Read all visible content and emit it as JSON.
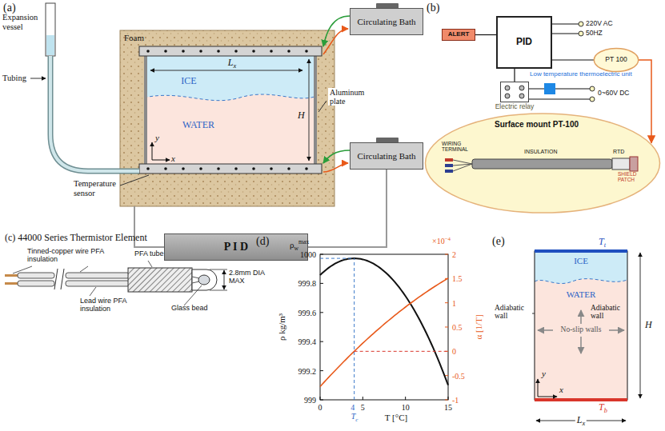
{
  "diagram": {
    "nodes": [
      {
        "text": [
          "Circulating Bath"
        ]
      },
      {
        "text": [
          "Circulating Bath"
        ]
      },
      {
        "text": [
          "P I D"
        ]
      },
      {
        "text": [
          "ALERT"
        ]
      },
      {
        "text": [
          "PID"
        ]
      },
      {
        "text": [
          "Electric relay"
        ]
      },
      {
        "text": [
          "PT 100"
        ]
      },
      {
        "text": [
          "Surface mount PT-100",
          "WIRING TERMINAL",
          "INSULATION",
          "RTD",
          "SHIELD PATCH"
        ]
      }
    ],
    "edges": [
      {
        "from": 3,
        "to": 4,
        "arrow": "none"
      },
      {
        "from": 4,
        "to": 5,
        "arrow": "none"
      },
      {
        "from": 4,
        "to": 6,
        "arrow": "none"
      },
      {
        "from": 6,
        "to": 7,
        "arrow": "to"
      },
      {
        "from": 2,
        "to": 1,
        "arrow": "none"
      }
    ],
    "labels": [
      "(a)",
      "Expansion vessel",
      "Tubing",
      "Foam",
      "ICE",
      "WATER",
      "Lx",
      "H",
      "Aluminum plate",
      "Temperature sensor",
      "x",
      "y",
      "(b)",
      "220V AC",
      "50HZ",
      "Low temperature thermoelectric unit",
      "0~60V DC",
      "(c) 44000 Series Thermistor Element",
      "Tinned-copper wire PFA insulation",
      "PFA tube",
      "Lead wire PFA insulation",
      "2.8mm DIA MAX",
      "Glass bead",
      "(d)",
      "ρ kg/m³",
      "1000",
      "999.8",
      "999.6",
      "999.4",
      "999.2",
      "999",
      "ρwmax",
      "0",
      "5",
      "10",
      "15",
      "4",
      "Tc",
      "T [°C]",
      "2",
      "1.5",
      "1",
      "0.5",
      "0",
      "-0.5",
      "-1",
      "×10−4",
      "α [1/T]",
      "(e)",
      "ICE",
      "WATER",
      "Adiabatic wall",
      "Adiabatic wall",
      "No-slip walls",
      "Tt",
      "Tb",
      "H",
      "Lx",
      "x",
      "y"
    ]
  }
}
